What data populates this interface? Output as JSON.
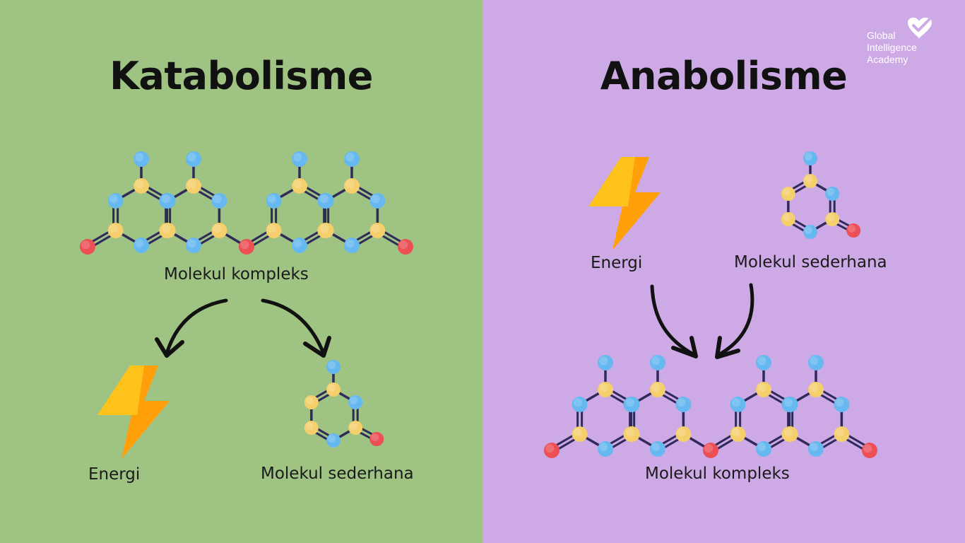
{
  "panels": {
    "left": {
      "title": "Katabolisme",
      "complex_label": "Molekul kompleks",
      "energy_label": "Energi",
      "simple_label": "Molekul sederhana"
    },
    "right": {
      "title": "Anabolisme",
      "energy_label": "Energi",
      "simple_label": "Molekul sederhana",
      "complex_label": "Molekul kompleks"
    }
  },
  "logo": {
    "line1": "Global",
    "line2": "Intelligence",
    "line3": "Academy"
  },
  "colors": {
    "left_bg": "#9fc383",
    "right_bg": "#cdaae6",
    "atom_yellow": "#f5cf6b",
    "atom_blue": "#66b8f0",
    "atom_red": "#ec4f56",
    "bond": "#2f2a5a",
    "lightning": "#ffb300"
  }
}
